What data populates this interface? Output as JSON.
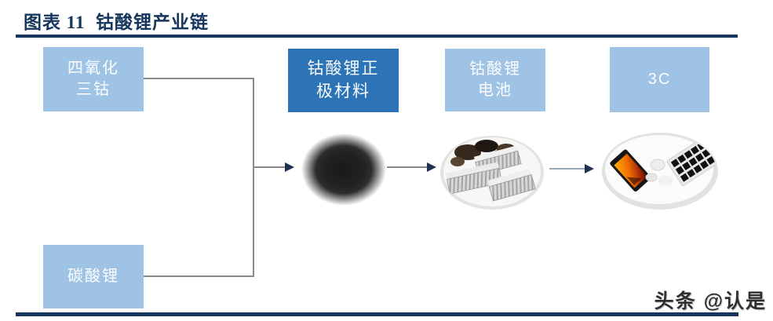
{
  "figure": {
    "title": "图表 11  钴酸锂产业链",
    "watermark": "头条 @认是"
  },
  "colors": {
    "title_navy": "#17365d",
    "rule_navy": "#17365d",
    "light_blue_box": "#9fc3e5",
    "dark_blue_box": "#2d74b6",
    "connector_gray": "#8a8a8a",
    "arrowhead_dark": "#1f3350"
  },
  "flow": {
    "nodes": [
      {
        "id": "cobalt-tetroxide",
        "line1": "四氧化",
        "line2": "三钴"
      },
      {
        "id": "lithium-carbonate",
        "line1": "碳酸锂",
        "line2": ""
      },
      {
        "id": "lco-cathode-material",
        "line1": "钴酸锂正",
        "line2": "极材料"
      },
      {
        "id": "lco-battery",
        "line1": "钴酸锂",
        "line2": "电池"
      },
      {
        "id": "three-c",
        "line1": "3C",
        "line2": ""
      }
    ],
    "photos": [
      {
        "id": "cathode-powder-photo"
      },
      {
        "id": "battery-cells-photo"
      },
      {
        "id": "3c-devices-photo"
      }
    ]
  }
}
